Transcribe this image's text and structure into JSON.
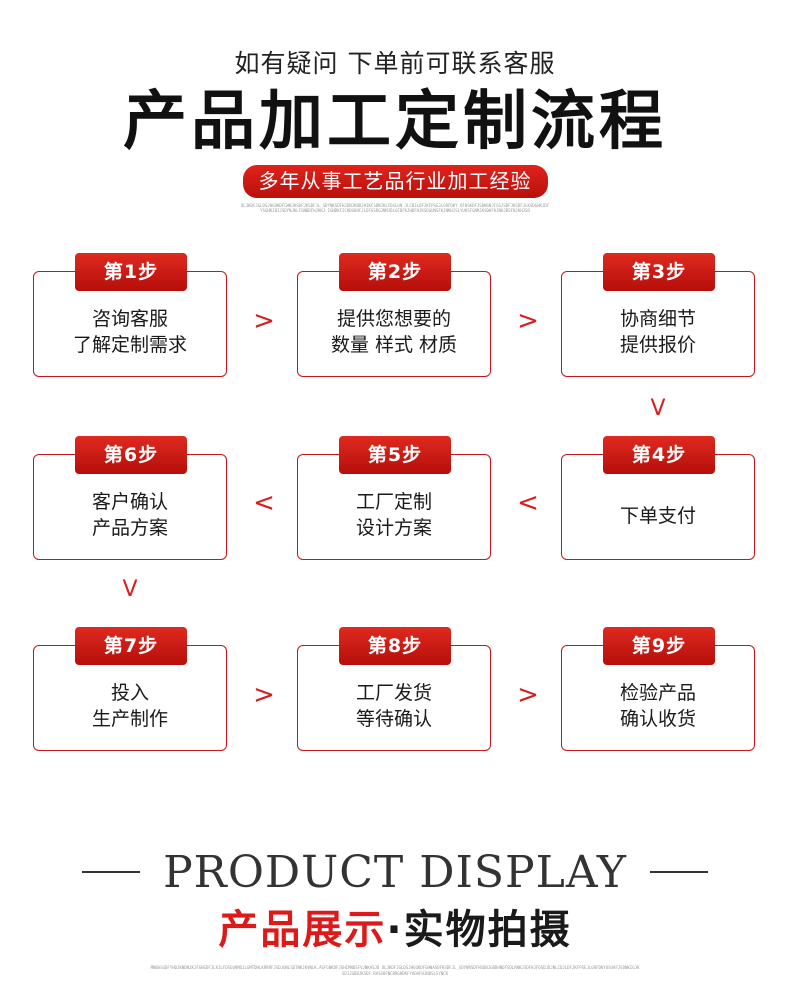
{
  "header": {
    "subtitle": "如有疑问 下单前可联系客服",
    "title": "产品加工定制流程",
    "tagline": "多年从事工艺品行业加工经验",
    "fine_print": "OLJKDFJGLDSJHGOKDFGHNJKSDFJKSDFJL_SDYNKSDFHJDNJKBDJHIKFSDNJKLFDGLUN JLCDJLDFJKFPSEJLGRFDKY OFHSKDFJSDNGNJFGSJSDFJKSDFJLKSDGHKJDFYSGHKJBIJSDYNJKLFGNBDFHJKKJ IGNDKFJCHDGKHFJLDFGSDGJNMJDLGFDFKJHDFHJKSDGUNSFKJNKHJSLYUKSFGNMJKSDHFKJNKJDSFNJKHJSD"
  },
  "steps": [
    {
      "badge": "第1步",
      "lines": [
        "咨询客服",
        "了解定制需求"
      ]
    },
    {
      "badge": "第2步",
      "lines": [
        "提供您想要的",
        "数量 样式 材质"
      ]
    },
    {
      "badge": "第3步",
      "lines": [
        "协商细节",
        "提供报价"
      ]
    },
    {
      "badge": "第4步",
      "lines": [
        "下单支付"
      ]
    },
    {
      "badge": "第5步",
      "lines": [
        "工厂定制",
        "设计方案"
      ]
    },
    {
      "badge": "第6步",
      "lines": [
        "客户确认",
        "产品方案"
      ]
    },
    {
      "badge": "第7步",
      "lines": [
        "投入",
        "生产制作"
      ]
    },
    {
      "badge": "第8步",
      "lines": [
        "工厂发货",
        "等待确认"
      ]
    },
    {
      "badge": "第9步",
      "lines": [
        "检验产品",
        "确认收货"
      ]
    }
  ],
  "arrows": {
    "right": ">",
    "left": "<",
    "down": "V"
  },
  "footer": {
    "display_en": "PRODUCT DISPLAY",
    "display_cn_red": "产品展示",
    "display_cn_dot": "·",
    "display_cn_dark": "实物拍摄",
    "fine_print": "MNBASGDFYHDJKNDNJKJFGHSDFJLKJLFDSGUKMDJLGMTDHLKRRRFJSDJGNLSDTNKJKVNLK,ASFGNKDFJGHIMNDSFVJNKASJD OLJKDFJGLDSJHGOKDFGHNASDFKSDFJL_SDYNRSDFHSDNJGBDHNDFSDLRNKJSDFHJFOSDJDJNLCDJLDFJKFPSEJLGRFDKYOSUAFJSDNKIGJKSDJJGBBJKSDF.RASGDFNCRRGHDKFYUOAFHJNDSLSYNCK"
  },
  "colors": {
    "accent_red": "#c4161c",
    "badge_red": "#d81e1e",
    "text_dark": "#1a1a1a"
  }
}
